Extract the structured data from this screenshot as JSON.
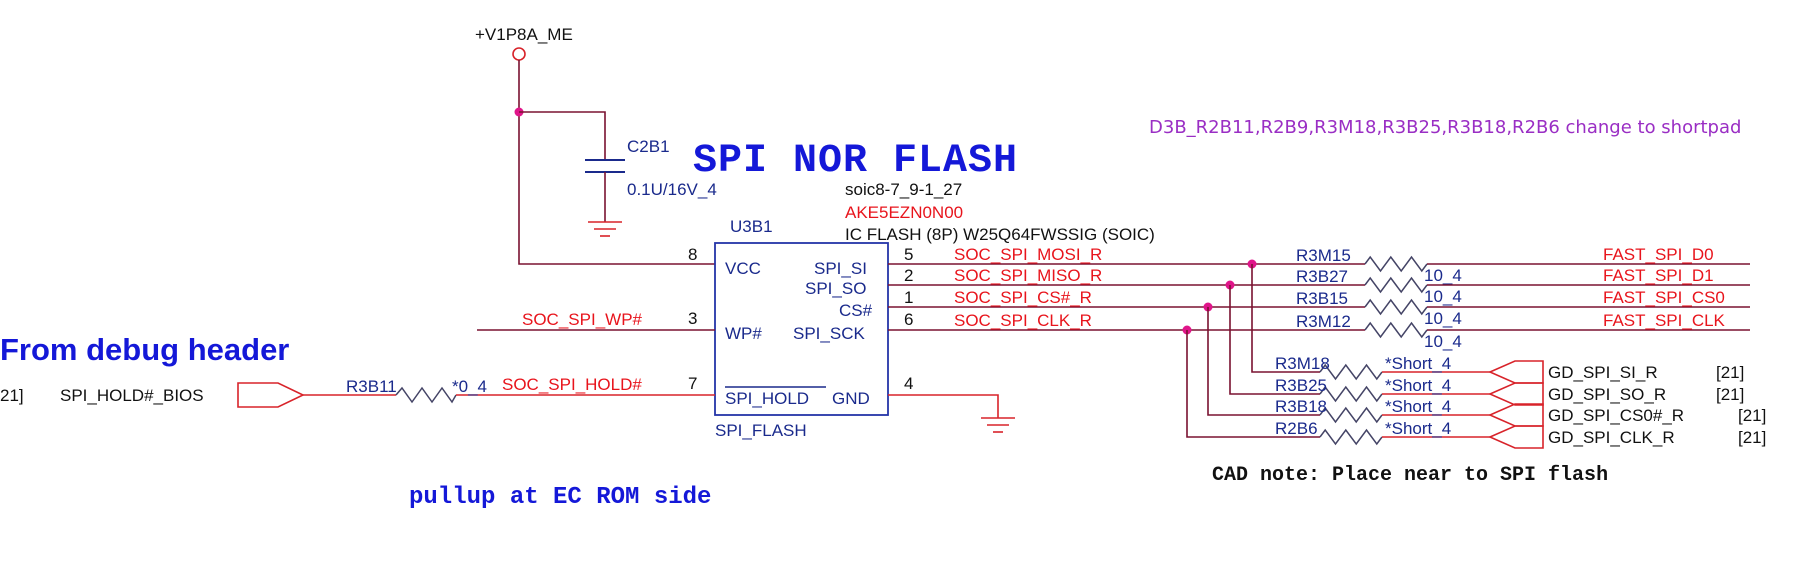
{
  "titles": {
    "main": "SPI NOR FLASH",
    "debug_header": "From debug header",
    "pullup_note": "pullup at EC ROM side",
    "cad_note": "CAD note: Place near to SPI flash",
    "change_note": "D3B_R2B11,R2B9,R3M18,R3B25,R3B18,R2B6 change to shortpad"
  },
  "power": {
    "rail": "+V1P8A_ME"
  },
  "capacitor": {
    "ref": "C2B1",
    "value": "0.1U/16V_4"
  },
  "chip": {
    "ref": "U3B1",
    "footprint": "soic8-7_9-1_27",
    "part_no": "AKE5EZN0N00",
    "description": "IC FLASH (8P) W25Q64FWSSIG (SOIC)",
    "name": "SPI_FLASH",
    "pins": {
      "vcc": {
        "num": "8",
        "label": "VCC"
      },
      "wp": {
        "num": "3",
        "label": "WP#"
      },
      "hold": {
        "num": "7",
        "label": "SPI_HOLD"
      },
      "si": {
        "num": "5",
        "label": "SPI_SI"
      },
      "so": {
        "num": "2",
        "label": "SPI_SO"
      },
      "cs": {
        "num": "1",
        "label": "CS#"
      },
      "sck": {
        "num": "6",
        "label": "SPI_SCK"
      },
      "gnd": {
        "num": "4",
        "label": "GND"
      }
    }
  },
  "left_nets": {
    "wp": "SOC_SPI_WP#",
    "hold": "SOC_SPI_HOLD#",
    "hold_page": "21]",
    "hold_source": "SPI_HOLD#_BIOS",
    "hold_res_ref": "R3B11",
    "hold_res_val": "*0_4"
  },
  "right_nets": [
    {
      "net": "SOC_SPI_MOSI_R",
      "res": "R3M15",
      "val": "10_4",
      "out": "FAST_SPI_D0"
    },
    {
      "net": "SOC_SPI_MISO_R",
      "res": "R3B27",
      "val": "10_4",
      "out": "FAST_SPI_D1"
    },
    {
      "net": "SOC_SPI_CS#_R",
      "res": "R3B15",
      "val": "10_4",
      "out": "FAST_SPI_CS0"
    },
    {
      "net": "SOC_SPI_CLK_R",
      "res": "R3M12",
      "val": "10_4",
      "out": "FAST_SPI_CLK"
    }
  ],
  "debug_taps": [
    {
      "res": "R3M18",
      "val": "*Short_4",
      "out": "GD_SPI_SI_R",
      "page": "[21]"
    },
    {
      "res": "R3B25",
      "val": "*Short_4",
      "out": "GD_SPI_SO_R",
      "page": "[21]"
    },
    {
      "res": "R3B18",
      "val": "*Short_4",
      "out": "GD_SPI_CS0#_R",
      "page": "[21]"
    },
    {
      "res": "R2B6",
      "val": "*Short_4",
      "out": "GD_SPI_CLK_R",
      "page": "[21]"
    }
  ]
}
